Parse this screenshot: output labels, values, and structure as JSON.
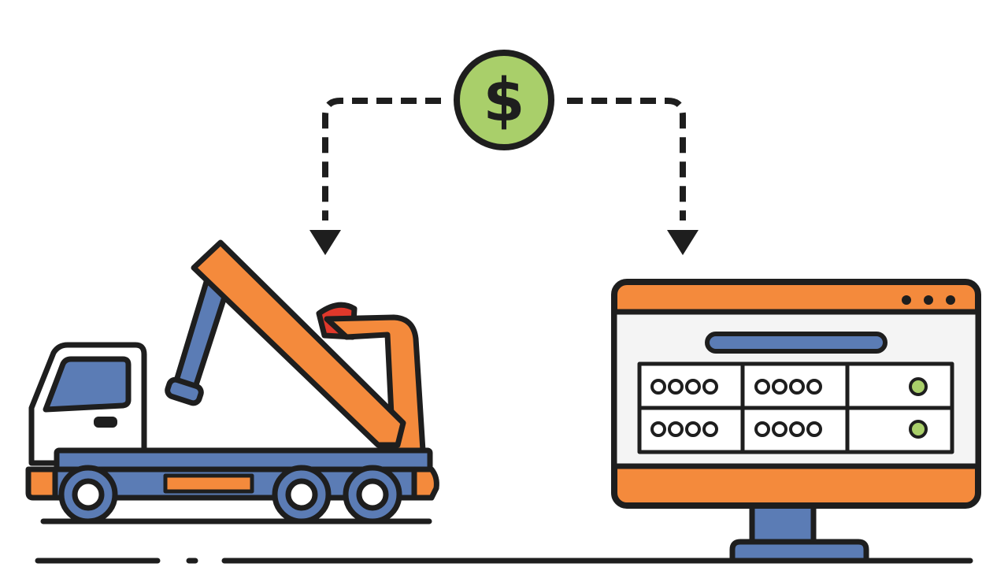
{
  "diagram": {
    "title": "",
    "nodes": [
      {
        "id": "payment",
        "icon": "dollar-coin-icon",
        "symbol": "$"
      },
      {
        "id": "vehicle",
        "icon": "tow-truck-icon"
      },
      {
        "id": "system",
        "icon": "computer-monitor-icon"
      }
    ],
    "edges": [
      {
        "from": "payment",
        "to": "vehicle",
        "style": "dashed",
        "arrow": "down"
      },
      {
        "from": "payment",
        "to": "system",
        "style": "dashed",
        "arrow": "down"
      }
    ],
    "monitor": {
      "window_dots": 3,
      "table_rows": 2,
      "table_cols": 3
    }
  },
  "colors": {
    "outline": "#1e1e1e",
    "orange": "#f48a3c",
    "blue": "#5b7cb5",
    "green": "#a9cf6a",
    "red": "#e0382b",
    "screen": "#f4f4f4",
    "white": "#ffffff"
  }
}
